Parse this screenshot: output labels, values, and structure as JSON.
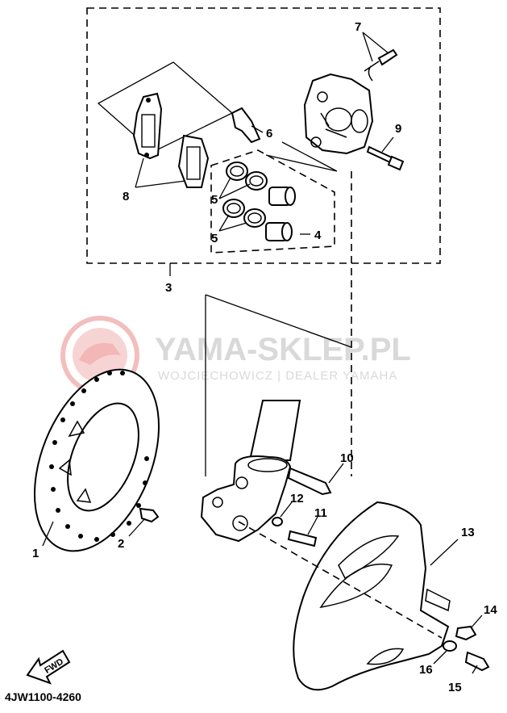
{
  "watermark": {
    "title": "YAMA-SKLEP.PL",
    "subtitle": "WOJCIECHOWICZ | DEALER YAMAHA",
    "logo_color": "#f2b8b8"
  },
  "diagram_code": "4JW1100-4260",
  "fwd_label": "FWD",
  "callouts": [
    "1",
    "2",
    "3",
    "4",
    "5",
    "5",
    "6",
    "7",
    "8",
    "9",
    "10",
    "11",
    "12",
    "13",
    "14",
    "15",
    "16"
  ]
}
